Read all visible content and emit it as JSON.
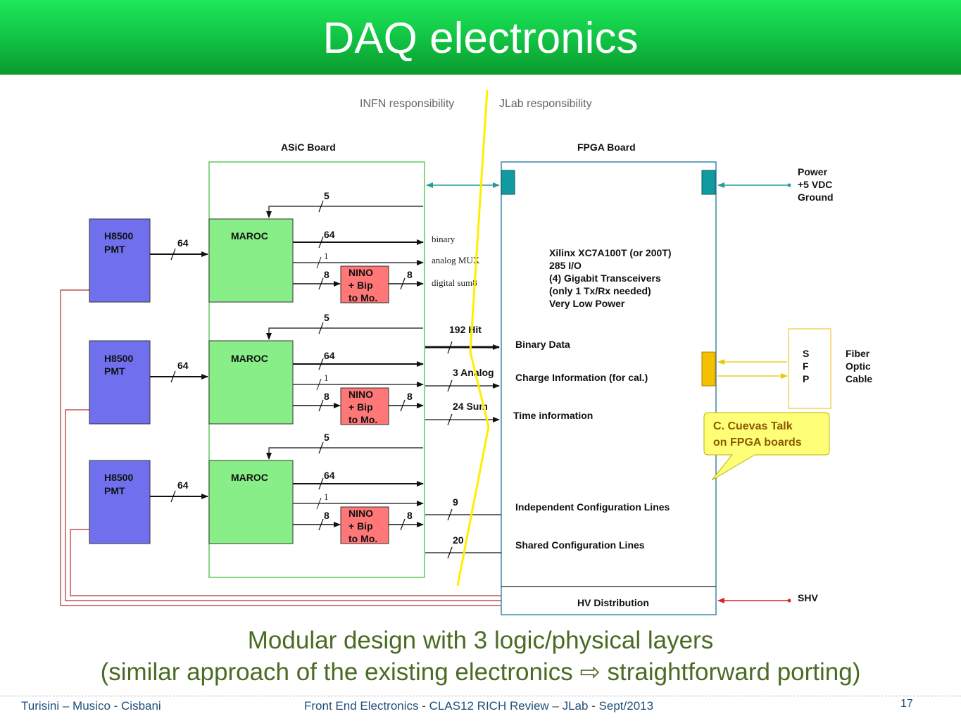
{
  "title": "DAQ electronics",
  "responsibility": {
    "left": "INFN responsibility",
    "right": "JLab responsibility"
  },
  "boards": {
    "asic": "ASiC Board",
    "fpga": "FPGA Board"
  },
  "pmt": {
    "line1": "H8500",
    "line2": "PMT",
    "bus": "64"
  },
  "maroc": "MAROC",
  "nino": {
    "line1": "NINO",
    "line2": "+ Bip",
    "line3": "to Mo."
  },
  "bus_labels": {
    "five": "5",
    "sixtyfour": "64",
    "one": "1",
    "eight": "8"
  },
  "outputs": {
    "binary": "binary",
    "analog": "analog MUX",
    "digital": "digital sum8"
  },
  "fpga_spec": [
    "Xilinx XC7A100T (or 200T)",
    "285 I/O",
    "(4) Gigabit Transceivers",
    "(only 1 Tx/Rx needed)",
    "Very Low Power"
  ],
  "signals": {
    "hit": "192 Hit",
    "analog": "3 Analog",
    "sum": "24 Sum",
    "nine": "9",
    "twenty": "20"
  },
  "fpga_inputs": {
    "binary": "Binary Data",
    "charge": "Charge Information (for cal.)",
    "time": "Time information",
    "independent": "Independent Configuration Lines",
    "shared": "Shared Configuration Lines",
    "hv": "HV Distribution"
  },
  "power": {
    "line1": "Power",
    "line2": "+5 VDC",
    "line3": "Ground"
  },
  "sfp": {
    "s": "S",
    "f": "F",
    "p": "P"
  },
  "fiber": {
    "line1": "Fiber",
    "line2": "Optic",
    "line3": "Cable"
  },
  "shv": "SHV",
  "callout": {
    "line1": "C. Cuevas Talk",
    "line2": "on  FPGA boards"
  },
  "caption": {
    "line1": "Modular design with 3 logic/physical layers",
    "line2": "(similar approach of the existing electronics ⇨ straightforward porting)"
  },
  "footer": {
    "authors": "Turisini – Musico - Cisbani",
    "event": "Front End Electronics - CLAS12 RICH Review – JLab - Sept/2013",
    "page": "17"
  },
  "colors": {
    "pmt": "#7070ee",
    "maroc": "#88ee88",
    "nino": "#ff7777",
    "connector": "#119aa0",
    "sfp_connector": "#f5c000",
    "divider": "#ffee00",
    "hv_line": "#b03030"
  }
}
